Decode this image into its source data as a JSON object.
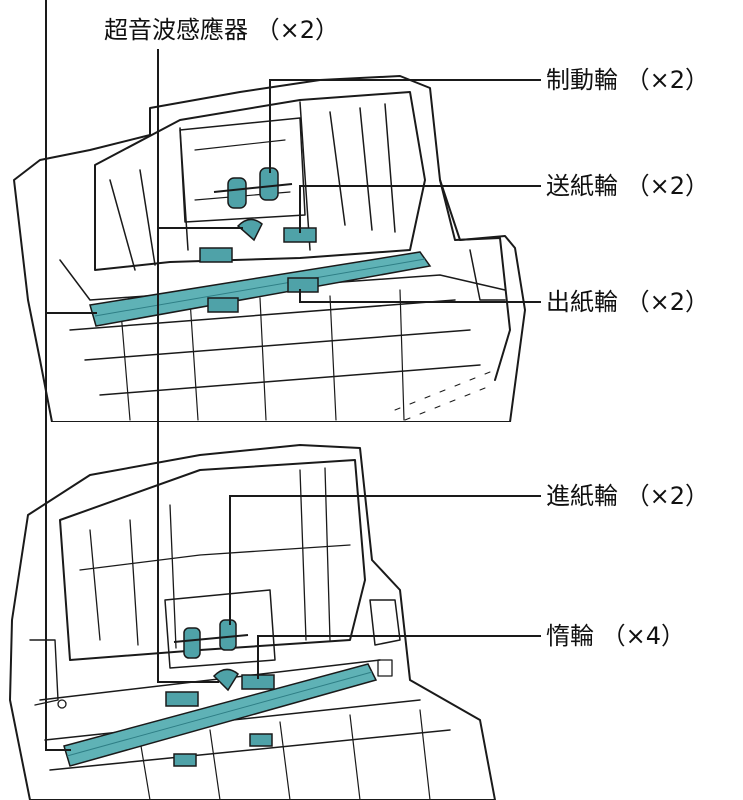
{
  "labels": {
    "ultrasonic_sensor": "超音波感應器 （×2）",
    "brake_roller": "制動輪 （×2）",
    "pick_roller": "送紙輪 （×2）",
    "eject_roller": "出紙輪 （×2）",
    "feed_roller": "進紙輪 （×2）",
    "idler_roller": "惰輪 （×4）"
  },
  "colors": {
    "roller_teal": "#4fa2a8",
    "roller_teal_dark": "#2f7f86",
    "glass_teal": "#5fb2b6",
    "line_art": "#1a1a1a",
    "background": "#ffffff"
  }
}
